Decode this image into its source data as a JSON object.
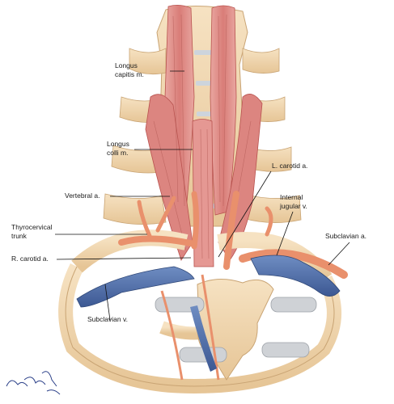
{
  "labels": {
    "longus_capitis": [
      "Longus",
      "capitis m."
    ],
    "longus_colli": [
      "Longus",
      "colli m."
    ],
    "vertebral_a": "Vertebral a.",
    "thyrocervical_trunk": [
      "Thyrocervical",
      "trunk"
    ],
    "r_carotid_a": "R. carotid a.",
    "l_carotid_a": "L. carotid a.",
    "internal_jugular_v": [
      "Internal",
      "jugular v."
    ],
    "subclavian_a": "Subclavian a.",
    "subclavian_v": "Subclavian v."
  },
  "colors": {
    "bone": "#f0d6ae",
    "bone_shadow": "#d9b37f",
    "muscle": "#de8f8a",
    "muscle_dark": "#c4605c",
    "artery": "#ef9c77",
    "vein": "#4b6ba6",
    "cartilage": "#c9ccd0",
    "leader": "#111111"
  }
}
